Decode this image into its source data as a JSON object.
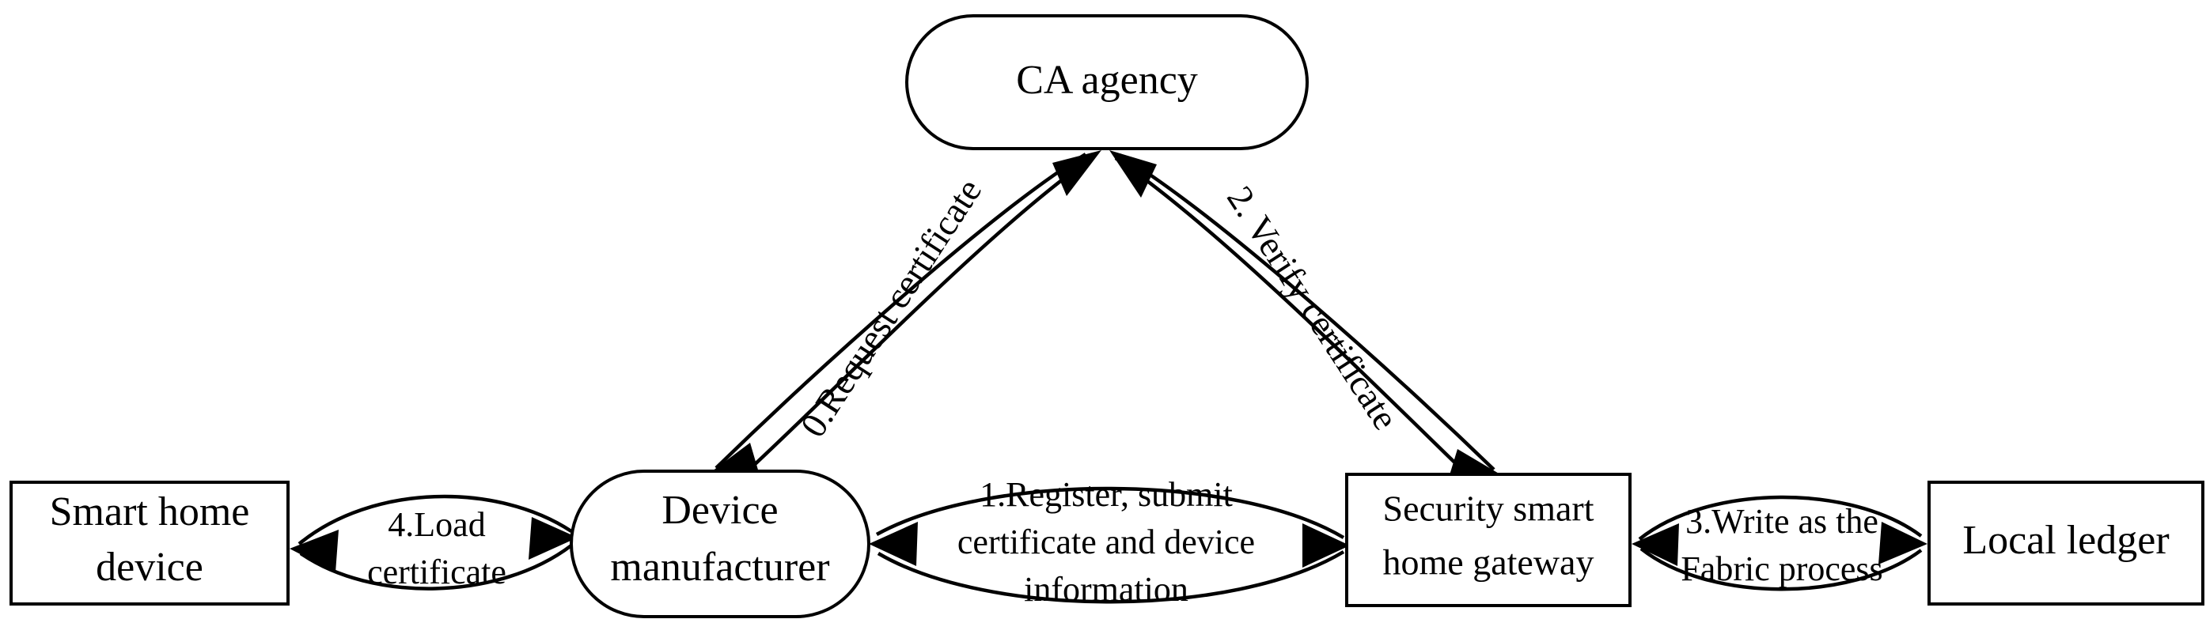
{
  "diagram": {
    "title": "Certificate issuance and registration flow",
    "background_color": "#ffffff",
    "stroke_color": "#000000",
    "nodes": [
      {
        "id": "ca",
        "label": "CA agency",
        "shape": "stadium",
        "label_lines": [
          "CA agency"
        ]
      },
      {
        "id": "smart_device",
        "label": "Smart home device",
        "shape": "rectangle",
        "label_lines": [
          "Smart home",
          "device"
        ]
      },
      {
        "id": "manufacturer",
        "label": "Device manufacturer",
        "shape": "stadium",
        "label_lines": [
          "Device",
          "manufacturer"
        ]
      },
      {
        "id": "gateway",
        "label": "Security smart home gateway",
        "shape": "rectangle",
        "label_lines": [
          "Security smart",
          "home gateway"
        ]
      },
      {
        "id": "ledger",
        "label": "Local ledger",
        "shape": "rectangle",
        "label_lines": [
          "Local ledger"
        ]
      }
    ],
    "edges": [
      {
        "id": "e0",
        "label": "0.Request certificate",
        "label_lines": [
          "0.Request certificate"
        ],
        "from": "manufacturer",
        "to": "ca",
        "direction": "bidirectional",
        "orientation": "diagonal-up-right"
      },
      {
        "id": "e2",
        "label": "2. Verify certificate",
        "label_lines": [
          "2. Verify certificate"
        ],
        "from": "gateway",
        "to": "ca",
        "direction": "bidirectional",
        "orientation": "diagonal-down-right"
      },
      {
        "id": "e4",
        "label": "4.Load certificate",
        "label_lines": [
          "4.Load",
          "certificate"
        ],
        "from": "manufacturer",
        "to": "smart_device",
        "direction": "bidirectional",
        "orientation": "horizontal"
      },
      {
        "id": "e1",
        "label": "1.Register, submit certificate  and device information",
        "label_lines": [
          "1.Register, submit",
          "certificate  and device",
          "information"
        ],
        "from": "manufacturer",
        "to": "gateway",
        "direction": "bidirectional",
        "orientation": "horizontal"
      },
      {
        "id": "e3",
        "label": "3.Write as the Fabric process",
        "label_lines": [
          "3.Write as the",
          "Fabric process"
        ],
        "from": "gateway",
        "to": "ledger",
        "direction": "bidirectional",
        "orientation": "horizontal"
      }
    ]
  }
}
